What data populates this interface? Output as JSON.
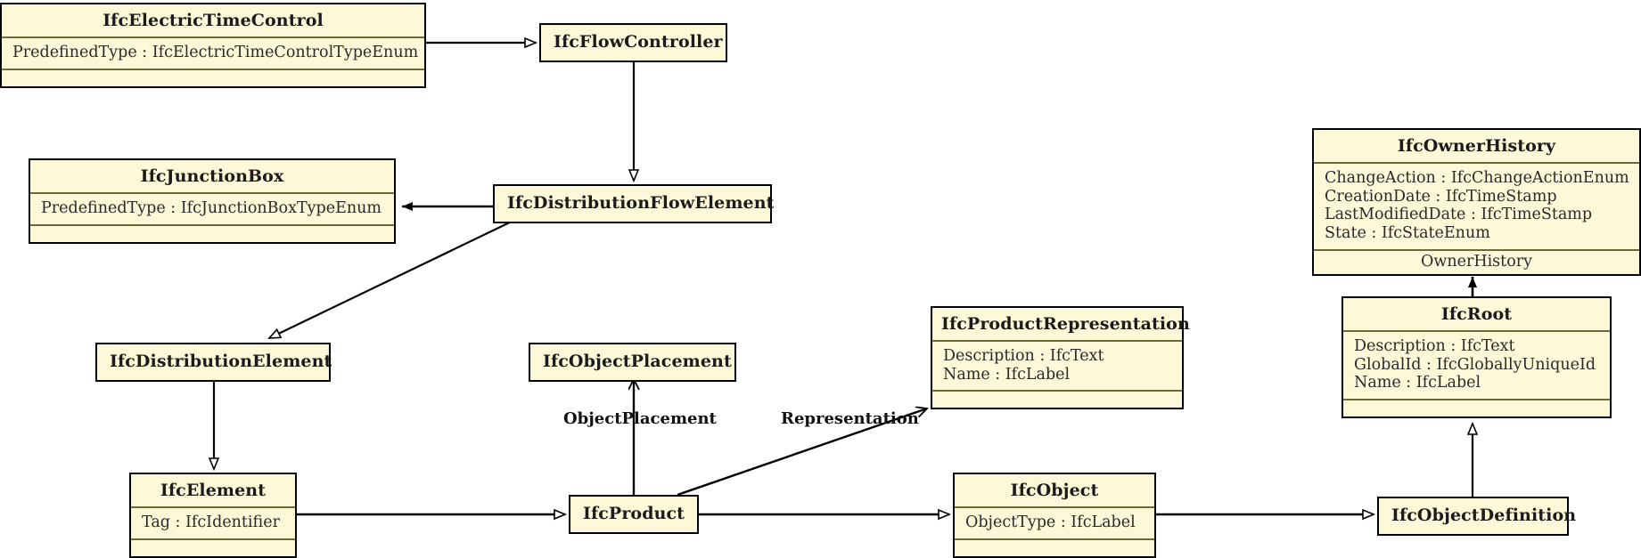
{
  "diagram": {
    "type": "uml-class-diagram",
    "title": "IFC Entity Inheritance Diagram",
    "background_color": "#ffffff",
    "box_fill_color": "#fcf8d8",
    "box_border_color": "#000000",
    "compartment_rule_color": "#6b6b3a",
    "line_color": "#000000"
  },
  "classes": [
    {
      "id": "ifc-electric-time-control",
      "name": "IfcElectricTimeControl",
      "attributes": [
        "PredefinedType : IfcElectricTimeControlTypeEnum"
      ],
      "has_empty_compartment": true,
      "role_label": ""
    },
    {
      "id": "ifc-flow-controller",
      "name": "IfcFlowController",
      "attributes": [],
      "has_empty_compartment": false,
      "role_label": ""
    },
    {
      "id": "ifc-junction-box",
      "name": "IfcJunctionBox",
      "attributes": [
        "PredefinedType : IfcJunctionBoxTypeEnum"
      ],
      "has_empty_compartment": true,
      "role_label": ""
    },
    {
      "id": "ifc-distribution-flow-element",
      "name": "IfcDistributionFlowElement",
      "attributes": [],
      "has_empty_compartment": false,
      "role_label": ""
    },
    {
      "id": "ifc-distribution-element",
      "name": "IfcDistributionElement",
      "attributes": [],
      "has_empty_compartment": false,
      "role_label": ""
    },
    {
      "id": "ifc-object-placement",
      "name": "IfcObjectPlacement",
      "attributes": [],
      "has_empty_compartment": false,
      "role_label": ""
    },
    {
      "id": "ifc-product-representation",
      "name": "IfcProductRepresentation",
      "attributes": [
        "Description : IfcText",
        "Name : IfcLabel"
      ],
      "has_empty_compartment": true,
      "role_label": ""
    },
    {
      "id": "ifc-owner-history",
      "name": "IfcOwnerHistory",
      "attributes": [
        "ChangeAction : IfcChangeActionEnum",
        "CreationDate : IfcTimeStamp",
        "LastModifiedDate : IfcTimeStamp",
        "State : IfcStateEnum"
      ],
      "has_empty_compartment": false,
      "role_label": "OwnerHistory"
    },
    {
      "id": "ifc-root",
      "name": "IfcRoot",
      "attributes": [
        "Description : IfcText",
        "GlobalId : IfcGloballyUniqueId",
        "Name : IfcLabel"
      ],
      "has_empty_compartment": true,
      "role_label": ""
    },
    {
      "id": "ifc-element",
      "name": "IfcElement",
      "attributes": [
        "Tag : IfcIdentifier"
      ],
      "has_empty_compartment": true,
      "role_label": ""
    },
    {
      "id": "ifc-product",
      "name": "IfcProduct",
      "attributes": [],
      "has_empty_compartment": false,
      "role_label": ""
    },
    {
      "id": "ifc-object",
      "name": "IfcObject",
      "attributes": [
        "ObjectType : IfcLabel"
      ],
      "has_empty_compartment": true,
      "role_label": ""
    },
    {
      "id": "ifc-object-definition",
      "name": "IfcObjectDefinition",
      "attributes": [],
      "has_empty_compartment": false,
      "role_label": ""
    }
  ],
  "edge_labels": [
    {
      "id": "object-placement-label",
      "text": "ObjectPlacement"
    },
    {
      "id": "representation-label",
      "text": "Representation"
    }
  ],
  "relationships": [
    {
      "from": "IfcElectricTimeControl",
      "to": "IfcFlowController",
      "kind": "generalization"
    },
    {
      "from": "IfcFlowController",
      "to": "IfcDistributionFlowElement",
      "kind": "generalization"
    },
    {
      "from": "IfcDistributionFlowElement",
      "to": "IfcJunctionBox",
      "kind": "association"
    },
    {
      "from": "IfcDistributionFlowElement",
      "to": "IfcDistributionElement",
      "kind": "generalization"
    },
    {
      "from": "IfcDistributionElement",
      "to": "IfcElement",
      "kind": "generalization"
    },
    {
      "from": "IfcElement",
      "to": "IfcProduct",
      "kind": "generalization"
    },
    {
      "from": "IfcProduct",
      "to": "IfcObjectPlacement",
      "kind": "association",
      "label": "ObjectPlacement"
    },
    {
      "from": "IfcProduct",
      "to": "IfcProductRepresentation",
      "kind": "association",
      "label": "Representation"
    },
    {
      "from": "IfcProduct",
      "to": "IfcObject",
      "kind": "generalization"
    },
    {
      "from": "IfcObject",
      "to": "IfcObjectDefinition",
      "kind": "generalization"
    },
    {
      "from": "IfcObjectDefinition",
      "to": "IfcRoot",
      "kind": "generalization"
    },
    {
      "from": "IfcRoot",
      "to": "IfcOwnerHistory",
      "kind": "association",
      "label": "OwnerHistory"
    }
  ]
}
